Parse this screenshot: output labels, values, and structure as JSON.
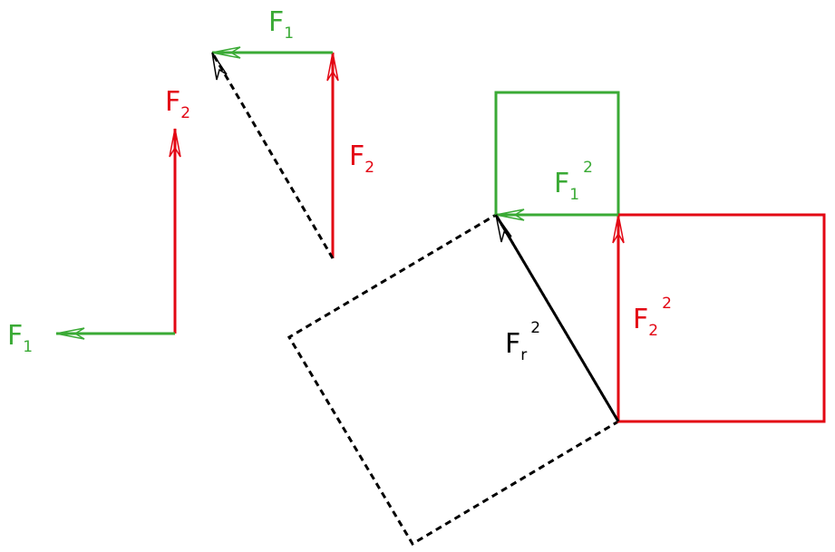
{
  "colors": {
    "force1": "#3aaa35",
    "force2": "#e30613",
    "resultant": "#000000",
    "background": "#ffffff"
  },
  "labels": {
    "f1_left": {
      "base": "F",
      "sub": "1"
    },
    "f2_left": {
      "base": "F",
      "sub": "2"
    },
    "f1_top": {
      "base": "F",
      "sub": "1"
    },
    "f2_triangle": {
      "base": "F",
      "sub": "2"
    },
    "f1_squared": {
      "base": "F",
      "sub": "1",
      "sup": "2"
    },
    "f2_squared": {
      "base": "F",
      "sub": "2",
      "sup": "2"
    },
    "fr_squared": {
      "base": "F",
      "sub": "r",
      "sup": "2"
    }
  }
}
